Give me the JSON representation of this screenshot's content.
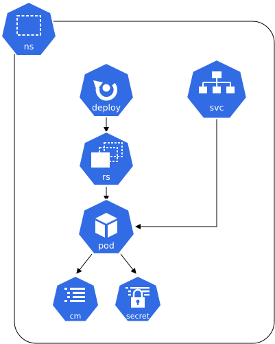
{
  "diagram": {
    "colors": {
      "node_fill": "#326CE5",
      "node_stroke": "#ffffff",
      "glyph": "#ffffff",
      "edge": "#000000",
      "boundary": "#000000"
    },
    "nodes": [
      {
        "id": "ns",
        "label": "ns",
        "icon": "namespace-icon"
      },
      {
        "id": "deploy",
        "label": "deploy",
        "icon": "deployment-icon"
      },
      {
        "id": "svc",
        "label": "svc",
        "icon": "service-icon"
      },
      {
        "id": "rs",
        "label": "rs",
        "icon": "replicaset-icon"
      },
      {
        "id": "pod",
        "label": "pod",
        "icon": "pod-icon"
      },
      {
        "id": "cm",
        "label": "cm",
        "icon": "configmap-icon"
      },
      {
        "id": "secret",
        "label": "secret",
        "icon": "secret-icon"
      }
    ],
    "edges": [
      {
        "from": "deploy",
        "to": "rs"
      },
      {
        "from": "rs",
        "to": "pod"
      },
      {
        "from": "svc",
        "to": "pod"
      },
      {
        "from": "pod",
        "to": "cm"
      },
      {
        "from": "pod",
        "to": "secret"
      }
    ]
  }
}
